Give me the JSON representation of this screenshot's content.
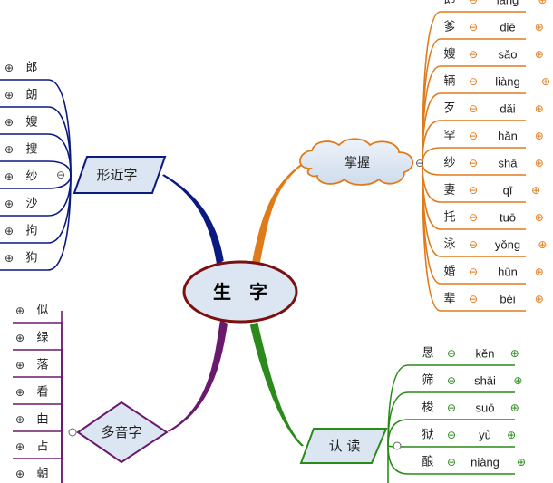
{
  "center": {
    "label": "生　字"
  },
  "branches": {
    "xingjin": {
      "label": "形近字",
      "color": "#0b1a80",
      "items": [
        "郎",
        "朗",
        "嫂",
        "搜",
        "纱",
        "沙",
        "拘",
        "狗"
      ]
    },
    "duoyin": {
      "label": "多音字",
      "color": "#6a1a6e",
      "items": [
        "似",
        "绿",
        "落",
        "看",
        "曲",
        "占",
        "朝"
      ]
    },
    "zhangwo": {
      "label": "掌握",
      "color": "#e07b1a",
      "items": [
        {
          "char": "郎",
          "pinyin": "láng"
        },
        {
          "char": "爹",
          "pinyin": "diē"
        },
        {
          "char": "嫂",
          "pinyin": "sǎo"
        },
        {
          "char": "辆",
          "pinyin": "liàng"
        },
        {
          "char": "歹",
          "pinyin": "dǎi"
        },
        {
          "char": "罕",
          "pinyin": "hǎn"
        },
        {
          "char": "纱",
          "pinyin": "shā"
        },
        {
          "char": "妻",
          "pinyin": "qī"
        },
        {
          "char": "托",
          "pinyin": "tuō"
        },
        {
          "char": "泳",
          "pinyin": "yǒng"
        },
        {
          "char": "婚",
          "pinyin": "hūn"
        },
        {
          "char": "辈",
          "pinyin": "bèi"
        }
      ]
    },
    "rendu": {
      "label": "认 读",
      "color": "#2a8a1a",
      "items": [
        {
          "char": "恳",
          "pinyin": "kěn"
        },
        {
          "char": "筛",
          "pinyin": "shāi"
        },
        {
          "char": "梭",
          "pinyin": "suō"
        },
        {
          "char": "狱",
          "pinyin": "yù"
        },
        {
          "char": "酿",
          "pinyin": "niàng"
        }
      ]
    }
  },
  "glyphs": {
    "expand": "⊕",
    "collapse": "⊖"
  }
}
